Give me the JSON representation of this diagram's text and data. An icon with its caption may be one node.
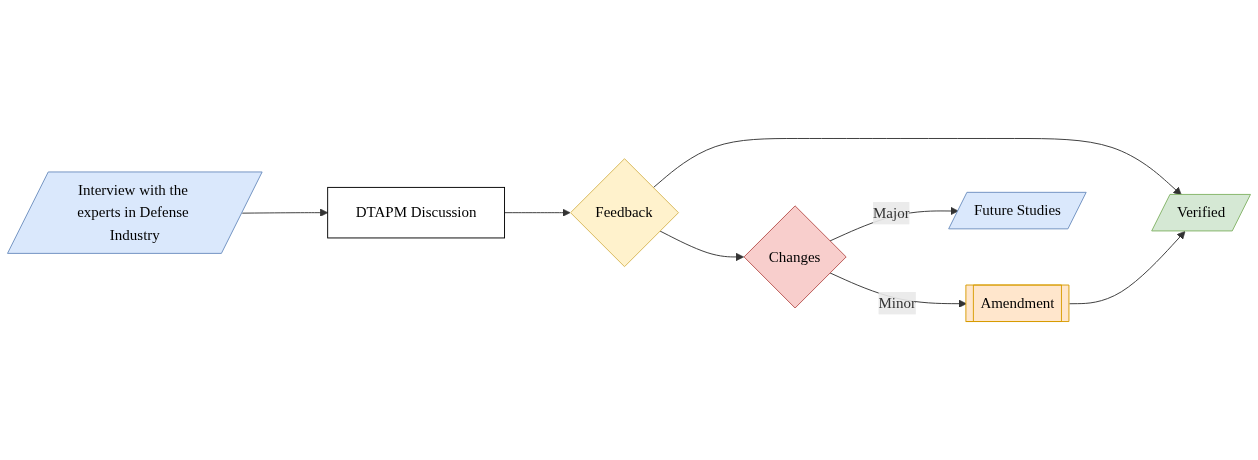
{
  "diagram": {
    "nodes": [
      {
        "text": [
          "Interview with the experts in Defense Industry"
        ]
      },
      {
        "text": [
          "DTAPM Discussion"
        ]
      },
      {
        "text": [
          "Feedback"
        ]
      },
      {
        "text": [
          "Verified"
        ]
      },
      {
        "text": [
          "Future Studies"
        ]
      },
      {
        "text": [
          "Changes"
        ]
      },
      {
        "text": [
          "Amendment"
        ]
      }
    ],
    "edges": [
      {
        "from": 0,
        "to": 1,
        "arrow": "to"
      },
      {
        "from": 1,
        "to": 2,
        "arrow": "to"
      },
      {
        "from": 2,
        "to": 3,
        "arrow": "to"
      },
      {
        "from": 2,
        "to": 5,
        "arrow": "to"
      },
      {
        "from": 5,
        "to": 4,
        "label": "Major",
        "arrow": "to"
      },
      {
        "from": 5,
        "to": 6,
        "label": "Minor",
        "arrow": "to"
      },
      {
        "from": 6,
        "to": 3,
        "arrow": "to"
      }
    ]
  }
}
